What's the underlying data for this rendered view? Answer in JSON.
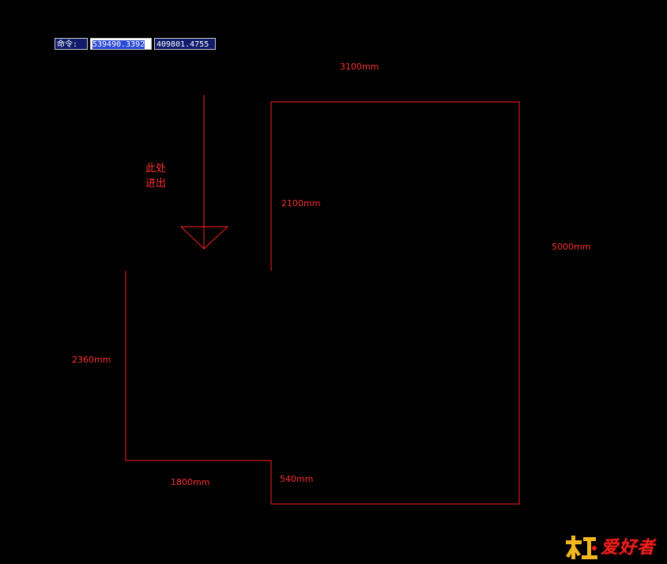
{
  "command_bar": {
    "label": "命令:",
    "x_value": "539490.3392",
    "y_value": "409801.4755"
  },
  "colors": {
    "background": "#000000",
    "drawing": "#ff2020",
    "dimension_text": "#ff3030"
  },
  "annotations": {
    "entrance_line1": "此处",
    "entrance_line2": "进出"
  },
  "dimensions": {
    "top_width": "3100mm",
    "inner_step_height": "2100mm",
    "right_height": "5000mm",
    "left_height": "2360mm",
    "bottom_width": "1800mm",
    "bottom_step": "540mm"
  },
  "watermark": {
    "mark_icon": "cad-logo-icon",
    "text": "爱好者"
  }
}
